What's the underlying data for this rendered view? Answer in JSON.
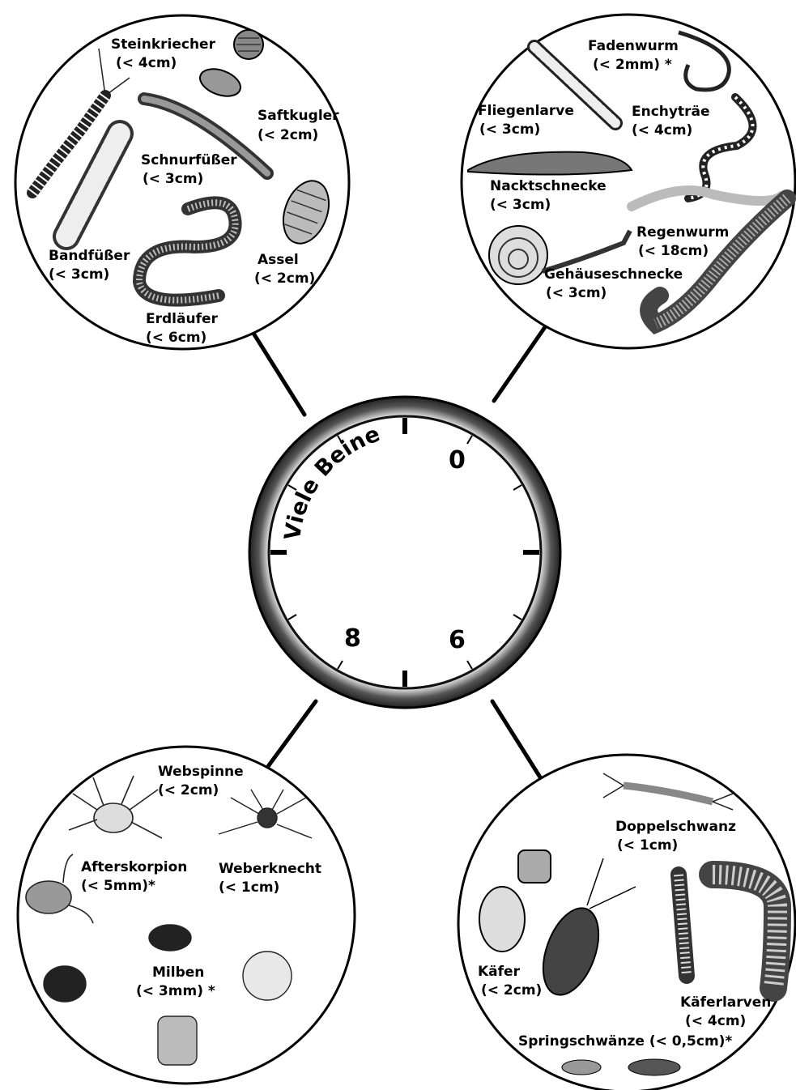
{
  "dial": {
    "title": "Viele Beine",
    "numbers": [
      "0",
      "6",
      "8"
    ]
  },
  "groups": [
    {
      "id": "legs-many",
      "animals": [
        {
          "name": "Steinkriecher",
          "size": "(< 4cm)"
        },
        {
          "name": "Saftkugler",
          "size": "(< 2cm)"
        },
        {
          "name": "Schnurfüßer",
          "size": "(< 3cm)"
        },
        {
          "name": "Bandfüßer",
          "size": "(< 3cm)"
        },
        {
          "name": "Assel",
          "size": "(< 2cm)"
        },
        {
          "name": "Erdläufer",
          "size": "(< 6cm)"
        }
      ]
    },
    {
      "id": "legs-0",
      "animals": [
        {
          "name": "Fadenwurm",
          "size": "(< 2mm) *"
        },
        {
          "name": "Fliegenlarve",
          "size": "(< 3cm)"
        },
        {
          "name": "Enchyträe",
          "size": "(< 4cm)"
        },
        {
          "name": "Nacktschnecke",
          "size": "(< 3cm)"
        },
        {
          "name": "Regenwurm",
          "size": "(< 18cm)"
        },
        {
          "name": "Gehäuseschnecke",
          "size": "(< 3cm)"
        }
      ]
    },
    {
      "id": "legs-8",
      "animals": [
        {
          "name": "Webspinne",
          "size": "(< 2cm)"
        },
        {
          "name": "Afterskorpion",
          "size": "(< 5mm)*"
        },
        {
          "name": "Weberknecht",
          "size": "(< 1cm)"
        },
        {
          "name": "Milben",
          "size": "(< 3mm) *"
        }
      ]
    },
    {
      "id": "legs-6",
      "animals": [
        {
          "name": "Doppelschwanz",
          "size": "(< 1cm)"
        },
        {
          "name": "Käfer",
          "size": "(< 2cm)"
        },
        {
          "name": "Käferlarven",
          "size": "(< 4cm)"
        },
        {
          "name": "Springschwänze (< 0,5cm)*",
          "size": ""
        }
      ]
    }
  ]
}
